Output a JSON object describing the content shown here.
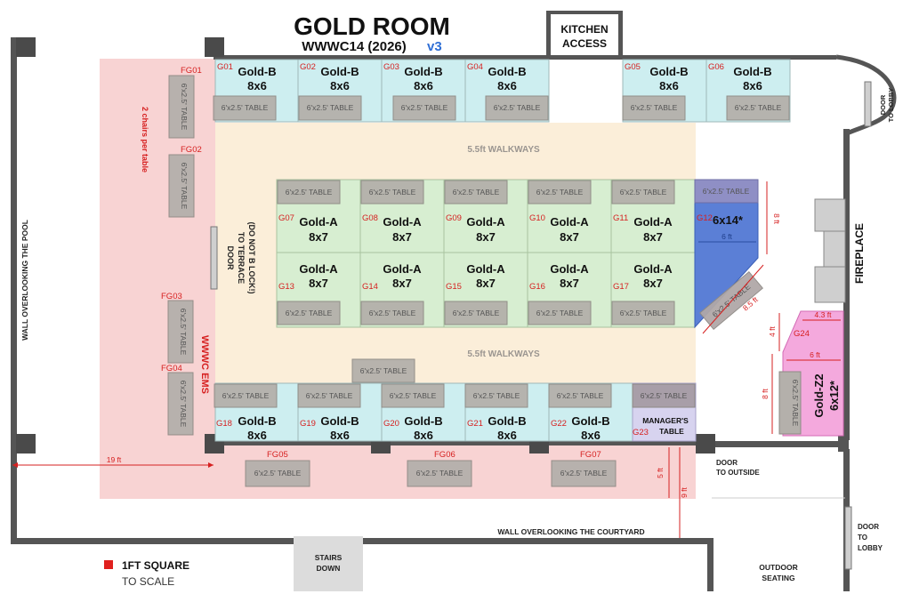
{
  "header": {
    "title": "GOLD ROOM",
    "subtitle": "WWWC14 (2026)",
    "version": "v3"
  },
  "labels": {
    "kitchen_line1": "KITCHEN",
    "kitchen_line2": "ACCESS",
    "walkway": "5.5ft WALKWAYS",
    "chairs_note": "2 chairs per table",
    "ems": "WWWC EMS",
    "terrace_line1": "DOOR",
    "terrace_line2": "TO TERRACE",
    "terrace_line3": "(DO NOT B LOCK!)",
    "pool_wall": "WALL OVERLOOKING THE POOL",
    "courtyard_wall": "WALL OVERLOOKING THE COURTYARD",
    "door_lobby_top_1": "DOOR",
    "door_lobby_top_2": "TO LOBBY",
    "fireplace": "FIREPLACE",
    "door_outside_1": "DOOR",
    "door_outside_2": "TO OUTSIDE",
    "door_lobby_bottom_1": "DOOR",
    "door_lobby_bottom_2": "TO",
    "door_lobby_bottom_3": "LOBBY",
    "stairs_1": "STAIRS",
    "stairs_2": "DOWN",
    "outdoor_1": "OUTDOOR",
    "outdoor_2": "SEATING",
    "legend_1": "1FT SQUARE",
    "legend_2": "TO SCALE",
    "table_label": "6'x2.5' TABLE",
    "managers_1": "MANAGER'S",
    "managers_2": "TABLE"
  },
  "dimensions": {
    "d19": "19 ft",
    "d5": "5 ft",
    "d9": "9 ft",
    "d8a": "8 ft",
    "d6a": "6 ft",
    "d85": "8.5 ft",
    "d43": "4.3 ft",
    "d4": "4 ft",
    "d6b": "6 ft",
    "d8b": "8 ft"
  },
  "booths_top": [
    {
      "id": "G01",
      "name": "Gold-B",
      "size": "8x6"
    },
    {
      "id": "G02",
      "name": "Gold-B",
      "size": "8x6"
    },
    {
      "id": "G03",
      "name": "Gold-B",
      "size": "8x6"
    },
    {
      "id": "G04",
      "name": "Gold-B",
      "size": "8x6"
    },
    {
      "id": "G05",
      "name": "Gold-B",
      "size": "8x6"
    },
    {
      "id": "G06",
      "name": "Gold-B",
      "size": "8x6"
    }
  ],
  "booths_mid_top": [
    {
      "id": "G07",
      "name": "Gold-A",
      "size": "8x7"
    },
    {
      "id": "G08",
      "name": "Gold-A",
      "size": "8x7"
    },
    {
      "id": "G09",
      "name": "Gold-A",
      "size": "8x7"
    },
    {
      "id": "G10",
      "name": "Gold-A",
      "size": "8x7"
    },
    {
      "id": "G11",
      "name": "Gold-A",
      "size": "8x7"
    }
  ],
  "booths_mid_bottom": [
    {
      "id": "G13",
      "name": "Gold-A",
      "size": "8x7"
    },
    {
      "id": "G14",
      "name": "Gold-A",
      "size": "8x7"
    },
    {
      "id": "G15",
      "name": "Gold-A",
      "size": "8x7"
    },
    {
      "id": "G16",
      "name": "Gold-A",
      "size": "8x7"
    },
    {
      "id": "G17",
      "name": "Gold-A",
      "size": "8x7"
    }
  ],
  "booths_bottom": [
    {
      "id": "G18",
      "name": "Gold-B",
      "size": "8x6"
    },
    {
      "id": "G19",
      "name": "Gold-B",
      "size": "8x6"
    },
    {
      "id": "G20",
      "name": "Gold-B",
      "size": "8x6"
    },
    {
      "id": "G21",
      "name": "Gold-B",
      "size": "8x6"
    },
    {
      "id": "G22",
      "name": "Gold-B",
      "size": "8x6"
    }
  ],
  "special_booths": {
    "g12_id": "G12",
    "g12_size": "6x14*",
    "g23_id": "G23",
    "g24_id": "G24",
    "z2_name": "Gold-Z2",
    "z2_size": "6x12*"
  },
  "fg_tables": {
    "fg01": "FG01",
    "fg02": "FG02",
    "fg03": "FG03",
    "fg04": "FG04",
    "fg05": "FG05",
    "fg06": "FG06",
    "fg07": "FG07"
  },
  "colors": {
    "accent_red": "#d62020",
    "version_blue": "#2f6fd6",
    "booth_blue": "#cdeef0",
    "booth_green": "#d7eed1",
    "booth_g12": "#5b7fd6",
    "booth_pink": "#f4a9dd"
  }
}
